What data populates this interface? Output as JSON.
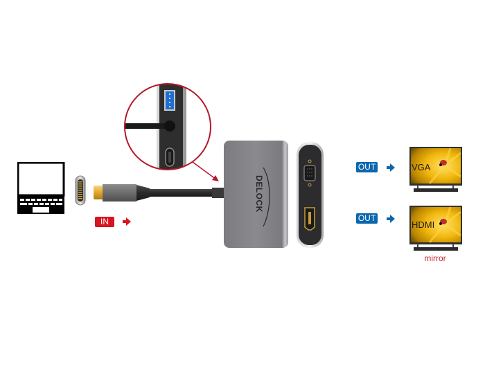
{
  "diagram": {
    "title": "USB Type-C to VGA and HDMI adapter connection diagram",
    "input": {
      "badge_label": "IN",
      "badge_color": "#d7141f",
      "source_device": "laptop",
      "port": "USB Type-C"
    },
    "adapter": {
      "brand": "DELOCK",
      "zoom_detail": {
        "ports": [
          "USB-A (blue)",
          "cable",
          "USB Type-C"
        ]
      },
      "output_ports": [
        "VGA",
        "HDMI"
      ]
    },
    "outputs": [
      {
        "badge_label": "OUT",
        "monitor_label": "VGA"
      },
      {
        "badge_label": "OUT",
        "monitor_label": "HDMI"
      }
    ],
    "output_badge_color": "#0a67ae",
    "mode_label": "mirror",
    "mode_color": "#c8283a",
    "icons": {
      "laptop": "laptop-icon",
      "usb_c_port": "usb-c-port-icon",
      "arrow": "arrow-right-icon",
      "monitor": "monitor-icon"
    }
  }
}
